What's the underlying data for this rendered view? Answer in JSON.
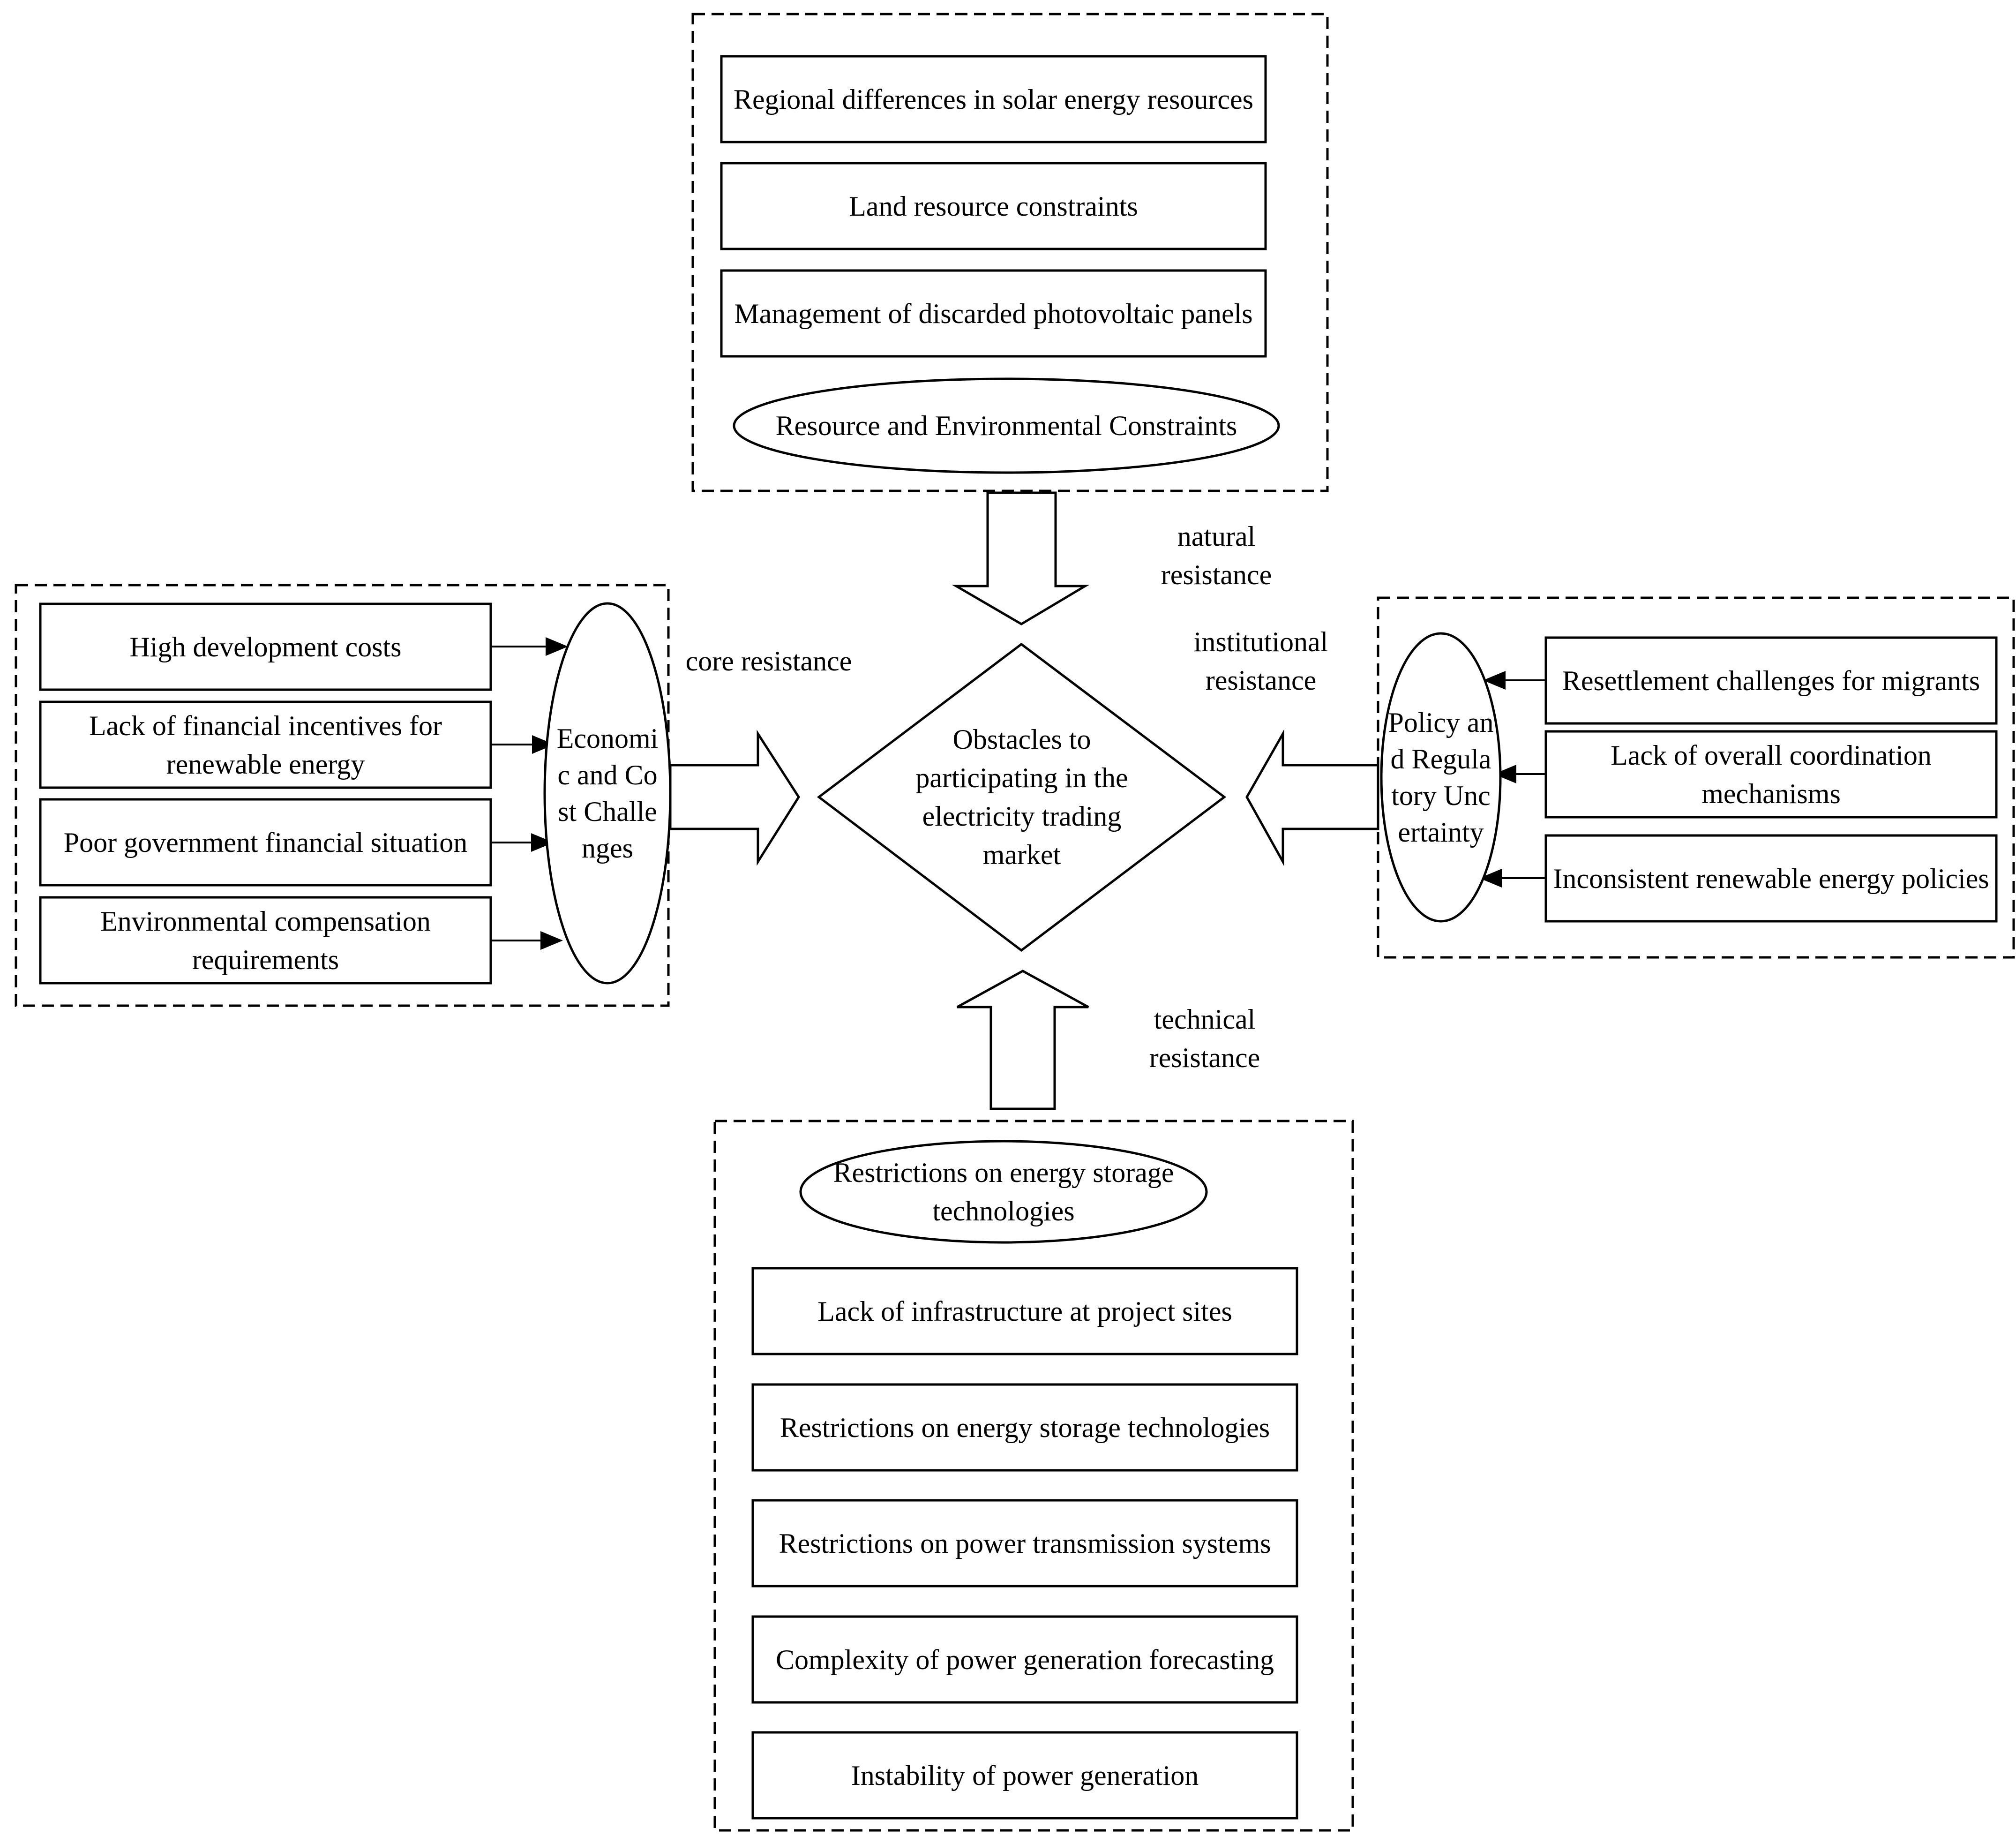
{
  "center": {
    "text": "Obstacles to participating in the electricity trading market"
  },
  "top_group": {
    "items": [
      "Regional differences in solar energy resources",
      "Land resource constraints",
      "Management of discarded photovoltaic panels"
    ],
    "category": "Resource and Environmental Constraints",
    "arrow_label": "natural resistance"
  },
  "left_group": {
    "items": [
      "High development costs",
      "Lack of financial incentives for renewable energy",
      "Poor government financial situation",
      "Environmental compensation requirements"
    ],
    "category": "Economic and Cost Challenges",
    "arrow_label": "core resistance"
  },
  "right_group": {
    "items": [
      "Resettlement challenges for migrants",
      "Lack of overall coordination mechanisms",
      "Inconsistent renewable energy policies"
    ],
    "category": "Policy and Regulatory Uncertainty",
    "arrow_label": "institutional resistance"
  },
  "bottom_group": {
    "category": "Restrictions on energy storage technologies",
    "items": [
      "Lack of infrastructure at project sites",
      "Restrictions on energy storage technologies",
      "Restrictions on power transmission systems",
      "Complexity of power generation forecasting",
      "Instability of power generation"
    ],
    "arrow_label": "technical resistance"
  }
}
